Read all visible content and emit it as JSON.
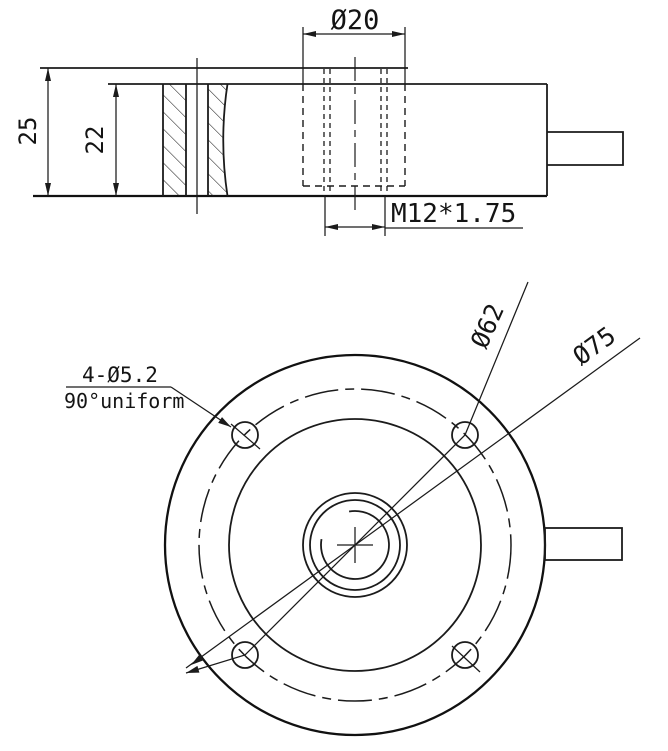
{
  "drawing": {
    "type": "engineering-dimension-drawing",
    "side_view": {
      "dim_overall_height": "25",
      "dim_body_height": "22",
      "dim_boss_diameter": "Ø20",
      "thread_spec": "M12*1.75"
    },
    "bottom_view": {
      "dim_bolt_circle_diameter": "Ø62",
      "dim_outer_diameter": "Ø75",
      "holes_note_line1": "4-Ø5.2",
      "holes_note_line2": "90°uniform"
    },
    "colors": {
      "line": "#1b1b1b",
      "background": "#ffffff"
    }
  }
}
